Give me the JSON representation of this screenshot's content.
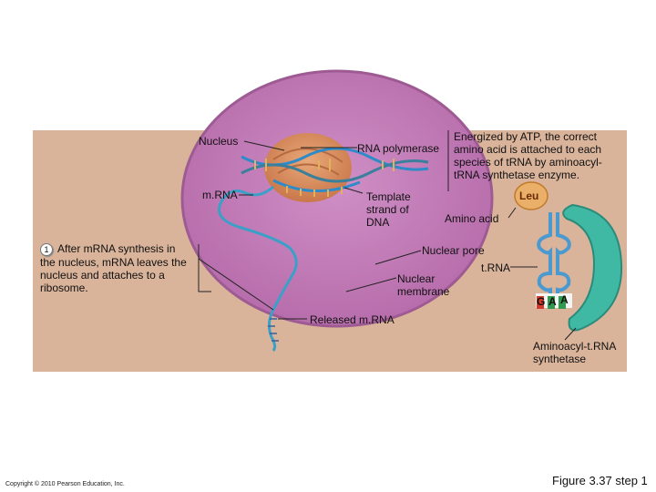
{
  "labels": {
    "nucleus": "Nucleus",
    "rna_polymerase": "RNA polymerase",
    "energized": [
      "Energized by ATP, the correct",
      "amino acid is attached to each",
      "species of tRNA by aminoacyl-",
      "tRNA synthetase enzyme."
    ],
    "mrna": "m.RNA",
    "template": [
      "Template",
      "strand of",
      "DNA"
    ],
    "leu": "Leu",
    "amino_acid": "Amino acid",
    "step_number": "1",
    "step_text": [
      "After mRNA synthesis in",
      "the nucleus, mRNA leaves the",
      "nucleus and attaches to a",
      "ribosome."
    ],
    "nuclear_pore": "Nuclear pore",
    "trna": "t.RNA",
    "nuclear_membrane": [
      "Nuclear",
      "membrane"
    ],
    "anticodon": [
      "G",
      "A",
      "A"
    ],
    "released_mrna": "Released m.RNA",
    "synthetase": [
      "Aminoacyl-t.RNA",
      "synthetase"
    ]
  },
  "footer": {
    "copyright": "Copyright © 2010 Pearson Education, Inc.",
    "figure": "Figure 3.37 step 1"
  },
  "colors": {
    "panel": "#d8b29a",
    "nucleus": "#c27db7",
    "synthetase": "#3fb8a3",
    "trna": "#4a9ad0",
    "leu": "#e7a23a"
  }
}
